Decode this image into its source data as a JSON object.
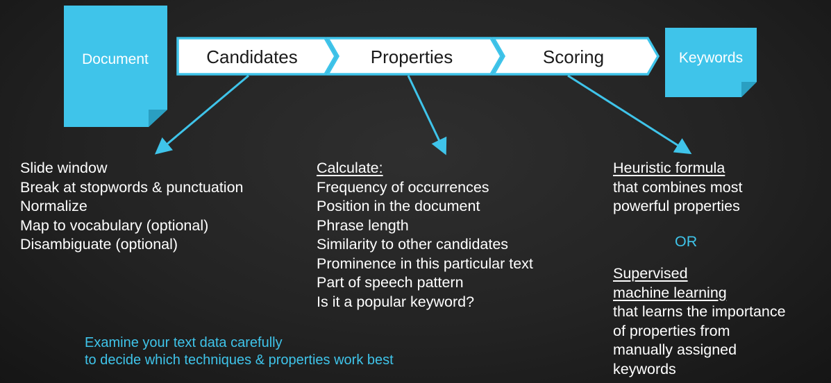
{
  "colors": {
    "accent": "#3fc4ea",
    "background": "#232323",
    "text": "#ffffff",
    "pipeline_fill": "#ffffff",
    "pipeline_text": "#1a1a1a"
  },
  "boxes": {
    "document": "Document",
    "keywords": "Keywords"
  },
  "pipeline": [
    {
      "label": "Candidates"
    },
    {
      "label": "Properties"
    },
    {
      "label": "Scoring"
    }
  ],
  "candidates_steps": [
    "Slide window",
    "Break at stopwords & punctuation",
    "Normalize",
    "Map to vocabulary (optional)",
    "Disambiguate (optional)"
  ],
  "properties": {
    "heading": "Calculate:",
    "items": [
      "Frequency of occurrences",
      "Position in the document",
      "Phrase length",
      "Similarity to other candidates",
      "Prominence in this particular text",
      "Part of speech pattern",
      "Is it a popular keyword?"
    ]
  },
  "scoring": {
    "heuristic_heading": "Heuristic formula",
    "heuristic_lines": [
      "that combines most",
      "powerful properties"
    ],
    "or_label": "OR",
    "supervised_heading_lines": [
      "Supervised",
      "machine learning"
    ],
    "supervised_lines": [
      "that learns the importance",
      "of properties from",
      "manually assigned",
      "keywords"
    ]
  },
  "footnote": [
    "Examine your text data carefully",
    "to decide which techniques & properties work best"
  ]
}
